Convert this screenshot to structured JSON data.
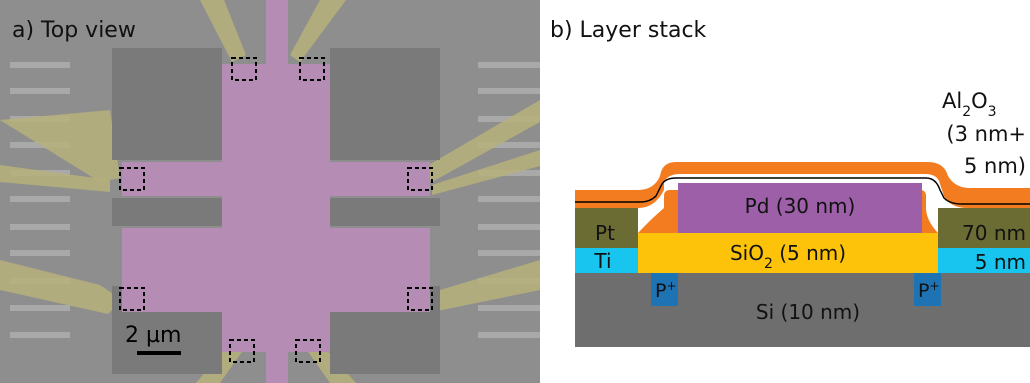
{
  "panel_a": {
    "title": "a) Top view",
    "scalebar_label": "2 µm"
  },
  "panel_b": {
    "title": "b)  Layer stack",
    "capping": {
      "line1_prefix": "Al",
      "line1_sub1": "2",
      "line1_mid": "O",
      "line1_sub2": "3",
      "line2": "(3 nm+",
      "line3": "5 nm)"
    },
    "layers": {
      "pd": "Pd (30 nm)",
      "pt": "Pt",
      "ti": "Ti",
      "sio2_prefix": "SiO",
      "sio2_sub": "2",
      "sio2_suffix": " (5 nm)",
      "si": "Si (10 nm)",
      "p_plus_base": "P",
      "p_plus_sup": "+",
      "pt_thickness": "70 nm",
      "ti_thickness": "5 nm"
    },
    "colors": {
      "al2o3": "#f47c20",
      "pd": "#9d5fa7",
      "pt": "#6b6b34",
      "ti": "#18c5ee",
      "sio2": "#fcc30a",
      "si": "#6e6e6e",
      "p_plus": "#1e73b4"
    }
  },
  "sem_colors": {
    "background": "#8e8e8e",
    "pad": "#7a7a7a",
    "cross": "#b58cb4",
    "lead": "#b6b27a"
  }
}
